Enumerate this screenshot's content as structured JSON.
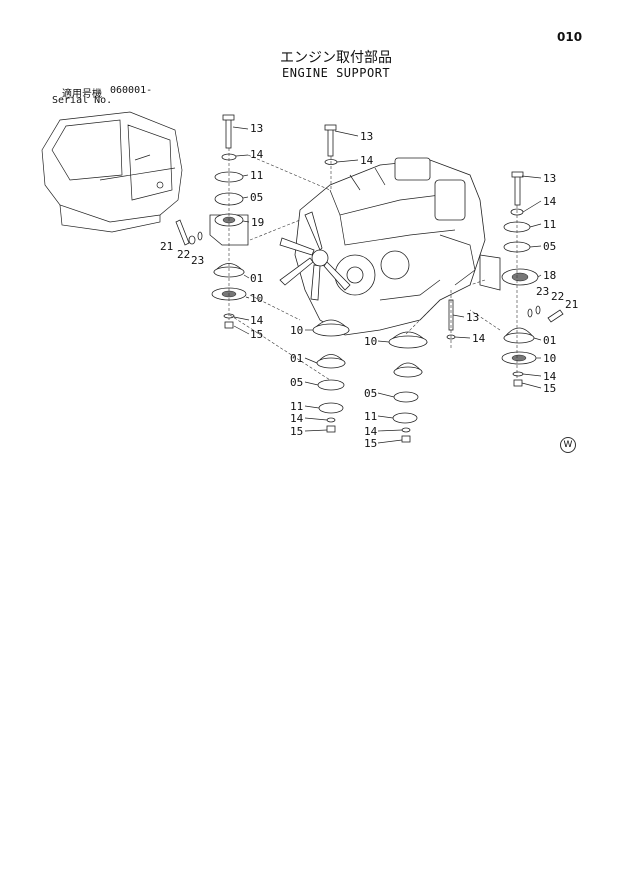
{
  "header": {
    "page_number": "010",
    "title_jp": "エンジン取付部品",
    "title_en": "ENGINE SUPPORT"
  },
  "serial": {
    "label_jp": "適用号機",
    "number": "060001-",
    "label_en": "Serial No."
  },
  "watermark": "W",
  "callouts": {
    "left_13": "13",
    "left_14": "14",
    "left_11": "11",
    "left_05": "05",
    "left_19": "19",
    "left_21": "21",
    "left_22": "22",
    "left_23": "23",
    "left_01": "01",
    "left_10": "10",
    "left_14b": "14",
    "left_15": "15",
    "top_13": "13",
    "top_14": "14",
    "right_13": "13",
    "right_14": "14",
    "right_11": "11",
    "right_05": "05",
    "right_18": "18",
    "right_23": "23",
    "right_22": "22",
    "right_21": "21",
    "right_01": "01",
    "right_10": "10",
    "right_14b": "14",
    "right_15": "15",
    "mid_13": "13",
    "mid_14": "14",
    "bl_10": "10",
    "bl_01": "01",
    "bl_05": "05",
    "bl_11": "11",
    "bl_14": "14",
    "bl_15": "15",
    "bc_10": "10",
    "bc_05": "05",
    "bc_11": "11",
    "bc_14": "14",
    "bc_15": "15"
  }
}
